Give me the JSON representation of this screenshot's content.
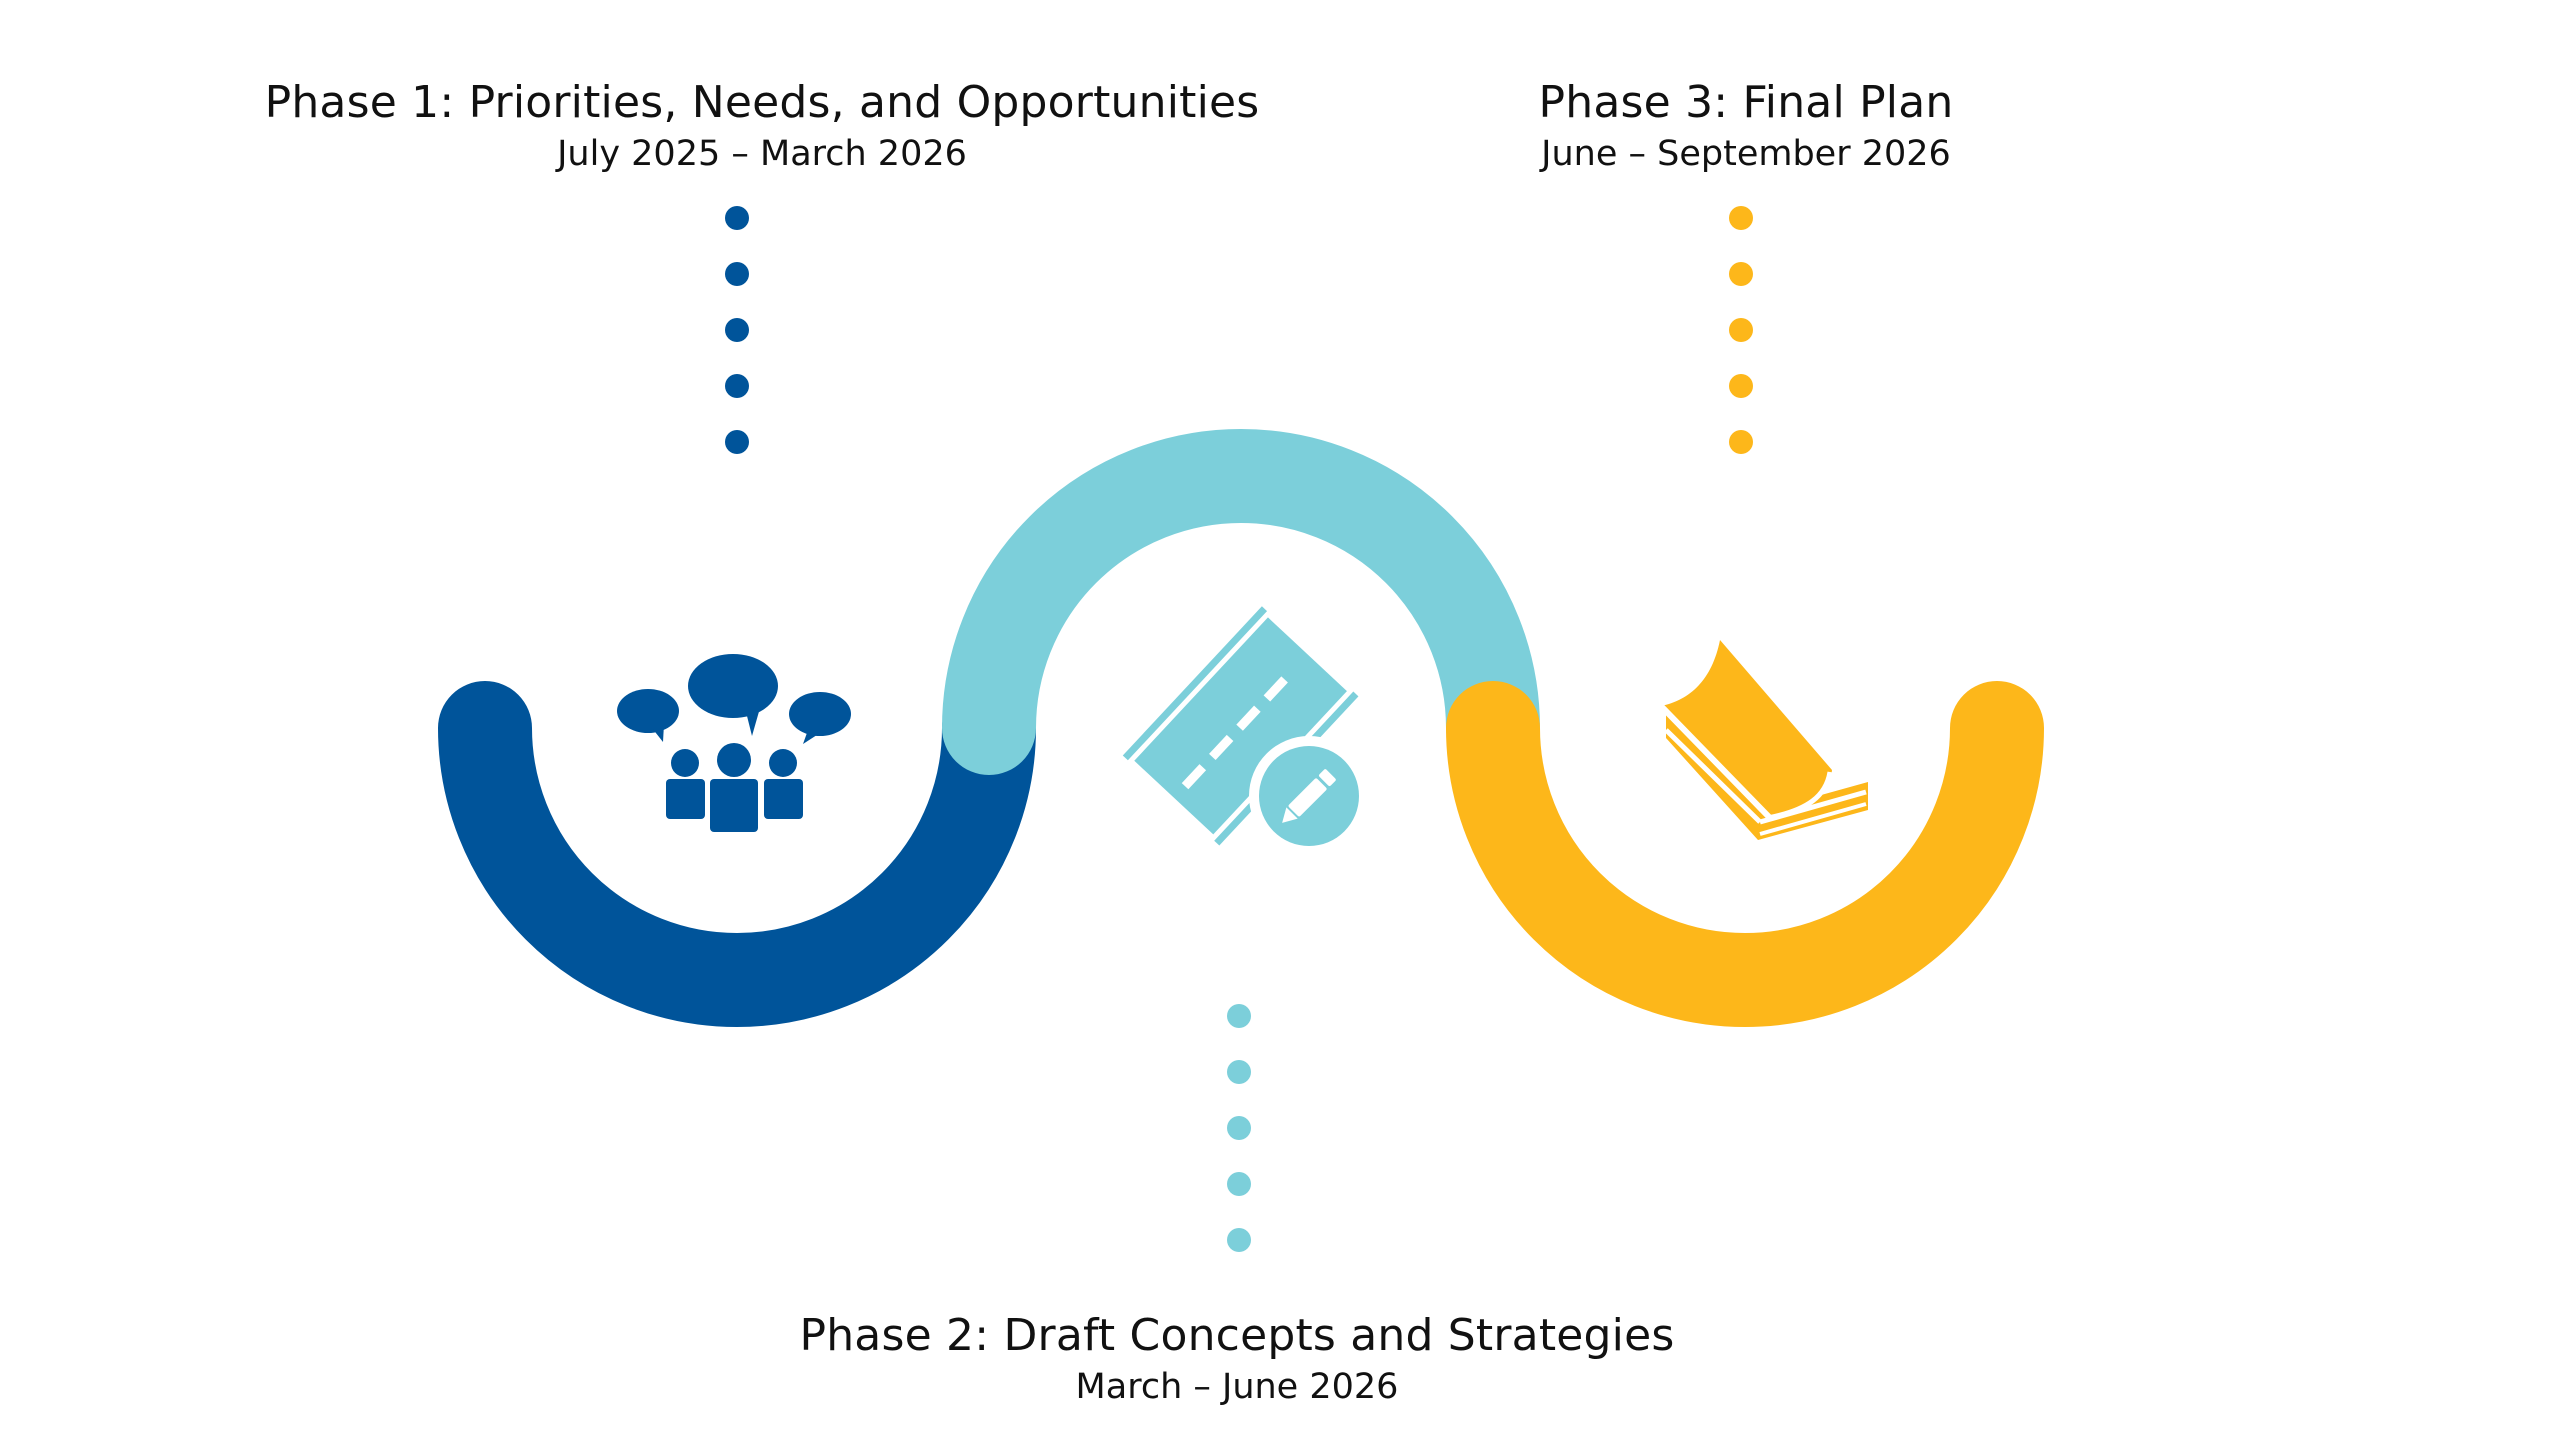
{
  "colors": {
    "phase1": "#00549A",
    "phase2": "#7CCFDA",
    "phase3": "#FDB71A"
  },
  "phases": [
    {
      "title": "Phase 1: Priorities, Needs, and Opportunities",
      "dates": "July 2025 – March 2026",
      "icon": "people-discussion-icon"
    },
    {
      "title": "Phase 2: Draft Concepts and Strategies",
      "dates": "March – June 2026",
      "icon": "road-plan-edit-icon"
    },
    {
      "title": "Phase 3: Final Plan",
      "dates": "June – September 2026",
      "icon": "book-icon"
    }
  ]
}
